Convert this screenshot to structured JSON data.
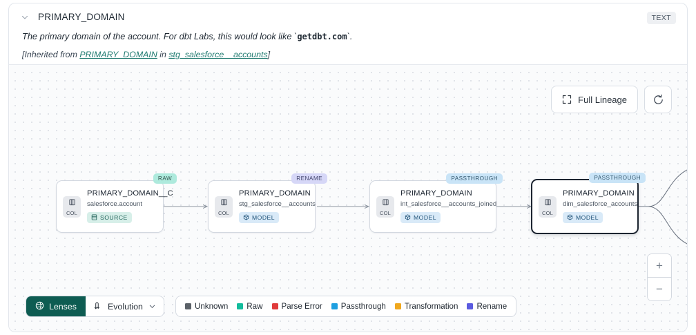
{
  "header": {
    "collapse_icon": "chevron-down-icon",
    "column_name": "PRIMARY_DOMAIN",
    "type_badge": "TEXT",
    "description_prefix": "The primary domain of the account. For dbt Labs, this would look like `",
    "description_code": "getdbt.com",
    "description_suffix": "`.",
    "inherit_open": "[Inherited from ",
    "inherit_link_1": "PRIMARY_DOMAIN",
    "inherit_mid": " in ",
    "inherit_link_2": "stg_salesforce__accounts",
    "inherit_close": "]"
  },
  "canvas_controls": {
    "full_lineage_label": "Full Lineage",
    "full_lineage_icon": "expand-corners-icon",
    "refresh_icon": "refresh-icon",
    "zoom_in_label": "+",
    "zoom_out_label": "−"
  },
  "lineage": {
    "nodes": [
      {
        "name": "PRIMARY_DOMAIN__C",
        "source": "salesforce.account",
        "kind": "SOURCE",
        "kind_class": "kind-source",
        "kind_icon": "table-icon",
        "top_badge": "RAW",
        "top_badge_class": "tb-raw",
        "col_label": "COL",
        "selected": false
      },
      {
        "name": "PRIMARY_DOMAIN",
        "source": "stg_salesforce__accounts",
        "kind": "MODEL",
        "kind_class": "kind-model",
        "kind_icon": "cube-icon",
        "top_badge": "RENAME",
        "top_badge_class": "tb-ren",
        "col_label": "COL",
        "selected": false
      },
      {
        "name": "PRIMARY_DOMAIN",
        "source": "int_salesforce__accounts_joined",
        "kind": "MODEL",
        "kind_class": "kind-model",
        "kind_icon": "cube-icon",
        "top_badge": "PASSTHROUGH",
        "top_badge_class": "tb-pass",
        "col_label": "COL",
        "selected": false
      },
      {
        "name": "PRIMARY_DOMAIN",
        "source": "dim_salesforce_accounts",
        "kind": "MODEL",
        "kind_class": "kind-model",
        "kind_icon": "cube-icon",
        "top_badge": "PASSTHROUGH",
        "top_badge_class": "tb-pass",
        "col_label": "COL",
        "selected": true
      }
    ]
  },
  "bottom_bar": {
    "lenses_label": "Lenses",
    "lenses_icon": "aperture-icon",
    "evolution_label": "Evolution",
    "evolution_icon": "updown-arrows-icon",
    "evolution_chevron": "chevron-down-icon",
    "legend": [
      {
        "label": "Unknown",
        "color": "#5b6168"
      },
      {
        "label": "Raw",
        "color": "#13bc9c"
      },
      {
        "label": "Parse Error",
        "color": "#e03b3b"
      },
      {
        "label": "Passthrough",
        "color": "#1e9fe0"
      },
      {
        "label": "Transformation",
        "color": "#f0a81e"
      },
      {
        "label": "Rename",
        "color": "#5b5be0"
      }
    ]
  }
}
